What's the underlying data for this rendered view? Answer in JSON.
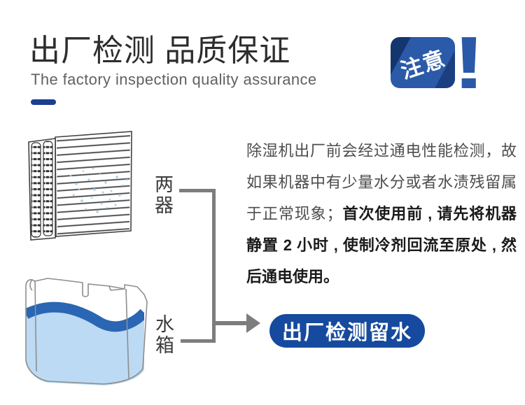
{
  "header": {
    "title": "出厂检测 品质保证",
    "subtitle": "The factory inspection quality assurance",
    "badge": {
      "label": "注意",
      "exclamation": "!"
    }
  },
  "diagram": {
    "condenser_label": "两器",
    "tank_label": "水箱",
    "paragraph": {
      "normal": "除湿机出厂前会经过通电性能检测，故如果机器中有少量水分或者水渍残留属于正常现象；",
      "bold": "首次使用前 , 请先将机器静置 2 小时 , 使制冷剂回流至原处 , 然后通电使用。"
    },
    "pill_label": "出厂检测留水"
  },
  "icons": {
    "condenser": "condenser-coil-illustration",
    "tank": "water-tank-illustration",
    "arrow": "arrow-right",
    "exclamation": "exclamation-mark"
  },
  "colors": {
    "accent_blue": "#164a9e",
    "badge_dark": "#14356e",
    "badge_light": "#2b5aa8",
    "dash_blue": "#1a3f91",
    "water_light": "#bcdaf3",
    "water_dark": "#2a66b4",
    "connector_gray": "#7d7d7d"
  }
}
